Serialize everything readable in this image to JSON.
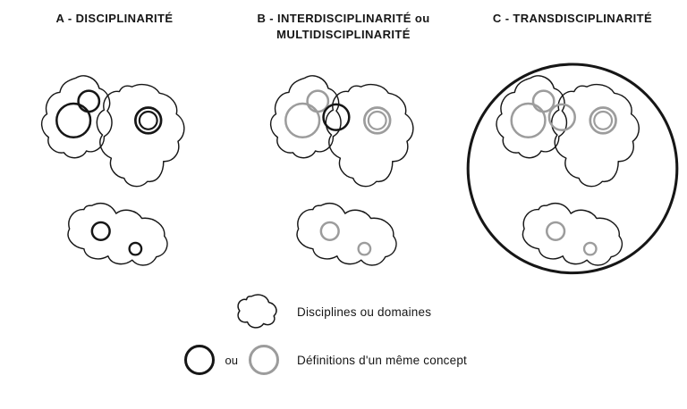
{
  "colors": {
    "ink": "#161616",
    "gray": "#9c9c9c",
    "bg": "#ffffff"
  },
  "panels": [
    {
      "id": "A",
      "title_line1": "A - DISCIPLINARITÉ",
      "title_line2": ""
    },
    {
      "id": "B",
      "title_line1": "B - INTERDISCIPLINARITÉ ou",
      "title_line2": "MULTIDISCIPLINARITÉ"
    },
    {
      "id": "C",
      "title_line1": "C - TRANSDISCIPLINARITÉ",
      "title_line2": ""
    }
  ],
  "legend": {
    "disciplines_label": "Disciplines ou domaines",
    "or_label": "ou",
    "definitions_label": "Définitions d'un même concept"
  }
}
